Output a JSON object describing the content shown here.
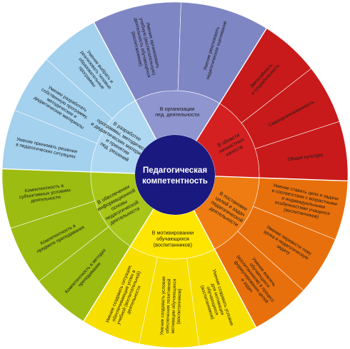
{
  "center": {
    "lines": [
      "Педагогическая",
      "компетентность"
    ],
    "color": "#1a1980"
  },
  "sectors": [
    {
      "id": "organization",
      "title_lines": [
        "В организации",
        "пед. деятельности"
      ],
      "color_inner": "#8e95cf",
      "color_outer": "#7f86c4",
      "items": [
        {
          "lines": [
            "Умение организовать",
            "учебную (воспитательную)",
            "деятельность обучающихся",
            "(воспитанников)"
          ]
        },
        {
          "lines": [
            "Умение реализовать",
            "педагогическое оценивание"
          ]
        }
      ]
    },
    {
      "id": "personal",
      "title_lines": [
        "В области",
        "личностных",
        "качеств"
      ],
      "color_inner": "#d42020",
      "color_outer": "#c81a1a",
      "items": [
        {
          "lines": [
            "Эмпатийность",
            "и социабельность"
          ]
        },
        {
          "lines": [
            "Самоорганизованность"
          ]
        },
        {
          "lines": [
            "Общая культура"
          ]
        }
      ]
    },
    {
      "id": "goals",
      "title_lines": [
        "В постановке",
        "целей и задач",
        "педагогической",
        "деятельности"
      ],
      "color_inner": "#ee7c12",
      "color_outer": "#e8700c",
      "items": [
        {
          "lines": [
            "Умение ставить цели и задачи",
            "в соответствии с возрастными",
            "и индивидуальными",
            "особенностями учащихся",
            "(воспитанников)"
          ]
        },
        {
          "lines": [
            "Умение перевести тему",
            "урока в педагогическую",
            "задачу"
          ]
        },
        {
          "lines": [
            "Умение вовлечь",
            "обучающихся",
            "(воспитанников) в процесс",
            "формулирования целей",
            "и задач"
          ]
        }
      ]
    },
    {
      "id": "motivation",
      "title_lines": [
        "В мотивировании",
        "обучающихся",
        "(воспитанников)"
      ],
      "color_inner": "#ffe600",
      "color_outer": "#f7df00",
      "items": [
        {
          "lines": [
            "Умение создавать условия",
            "для мотивации",
            "обучающихся",
            "(воспитанников)"
          ]
        },
        {
          "lines": [
            "Умение создавать условия",
            "обеспечения позитивной",
            "мотивации обучающихся",
            "(воспитанников)"
          ]
        },
        {
          "lines": [
            "Умение создавать ситуации,",
            "обеспечивающие успех в",
            "учебной (воспитательной)",
            "деятельности"
          ]
        }
      ]
    },
    {
      "id": "information",
      "title_lines": [
        "В обеспечении",
        "информационной",
        "основы",
        "педагогической",
        "деятельности"
      ],
      "color_inner": "#a7c617",
      "color_outer": "#9cbc12",
      "items": [
        {
          "lines": [
            "Компетентность в методах",
            "преподавания"
          ]
        },
        {
          "lines": [
            "Компетентность в",
            "предмете преподавания"
          ]
        },
        {
          "lines": [
            "Компетентность в",
            "субъективных условиях",
            "деятельности"
          ]
        }
      ]
    },
    {
      "id": "programs",
      "title_lines": [
        "В разработке",
        "программы, методических",
        "и дидактических материалов",
        "и принятии",
        "пед. решений"
      ],
      "color_inner": "#aed8f2",
      "color_outer": "#a3d1ee",
      "items": [
        {
          "lines": [
            "Умение принимать решения",
            "в педагогических ситуациях"
          ]
        },
        {
          "lines": [
            "Умение разработать",
            "собственную программу,",
            "методические и",
            "дидактические материалы"
          ]
        },
        {
          "lines": [
            "Умение выбрать и",
            "реализовать типовые",
            "образовательные",
            "программы"
          ]
        }
      ]
    }
  ]
}
